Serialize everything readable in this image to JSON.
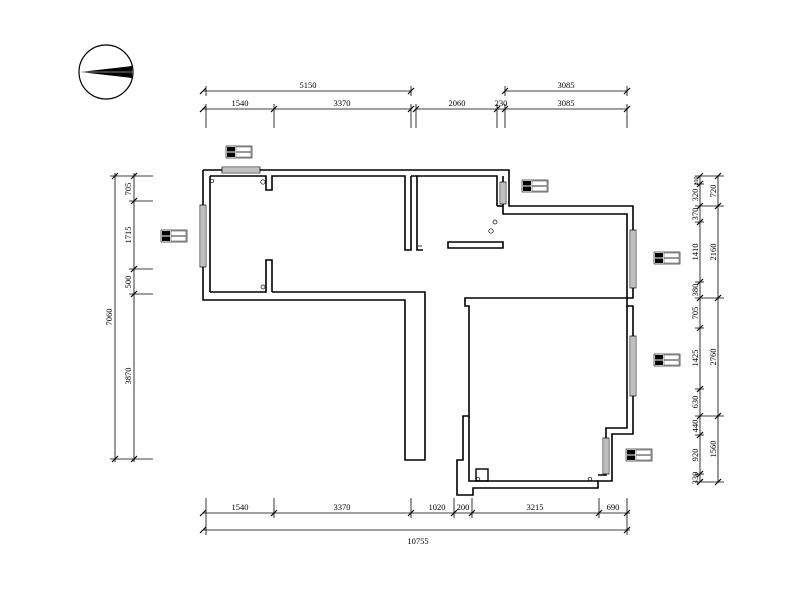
{
  "dimensions": {
    "top_outer": [
      "5150",
      "3085"
    ],
    "top_inner": [
      "1540",
      "3370",
      "2060",
      "230",
      "3085"
    ],
    "bottom_inner": [
      "1540",
      "3370",
      "1020",
      "200",
      "3215",
      "690"
    ],
    "bottom_total": "10755",
    "left_total": "7060",
    "left_inner": [
      "705",
      "1715",
      "500",
      "3870"
    ],
    "right_outer": [
      "720",
      "2160",
      "2760",
      "1560"
    ],
    "right_inner": [
      "200",
      "320",
      "370",
      "1410",
      "380",
      "705",
      "1425",
      "630",
      "440",
      "920",
      "330"
    ]
  },
  "icons": {
    "compass": "north-arrow-compass",
    "tag": "window-spec-tag"
  },
  "colors": {
    "line": "#000000",
    "background": "#ffffff"
  }
}
